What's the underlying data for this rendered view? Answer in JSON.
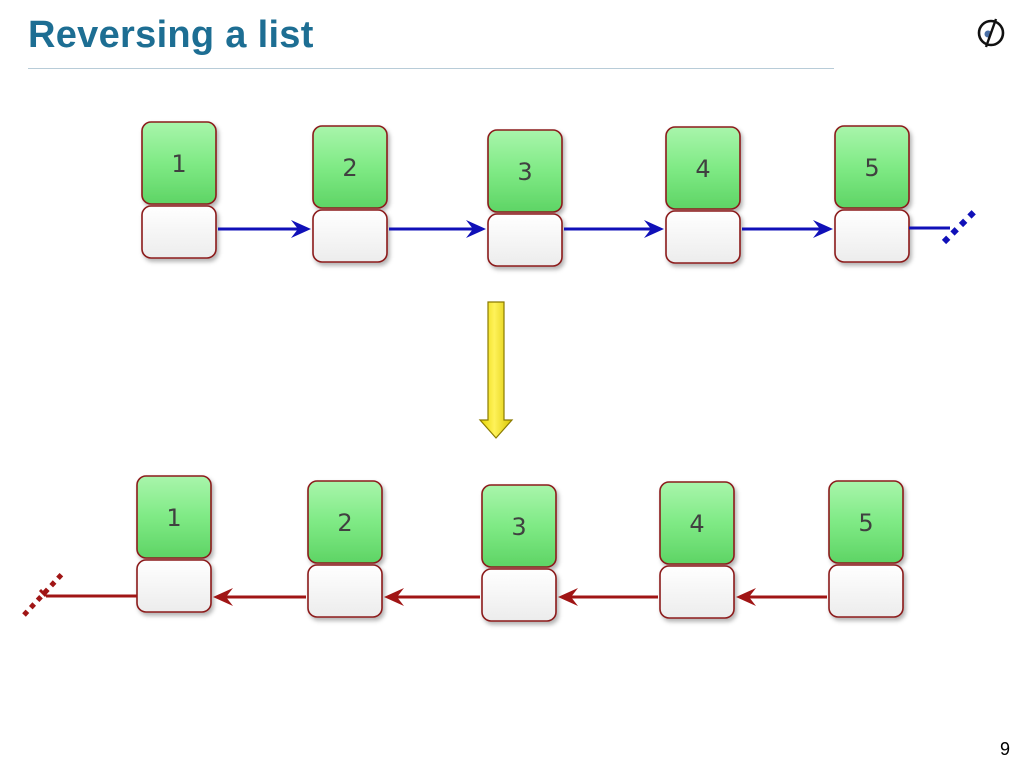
{
  "slide": {
    "title": "Reversing a list",
    "page_number": "9"
  },
  "logo": {
    "icon": "circle-dot-logo-icon"
  },
  "colors": {
    "title": "#1d6e93",
    "node_item_fill": "#7fea85",
    "node_border": "#8b1a1a",
    "link_cell_fill": "#ffffff",
    "original_arrow": "#1010b8",
    "reversed_arrow": "#a01515",
    "transform_arrow": "#f5e800"
  },
  "original_list": {
    "items": [
      "1",
      "2",
      "3",
      "4",
      "5"
    ],
    "link_direction": "right",
    "terminator": "void-icon"
  },
  "transform_arrow": {
    "icon": "down-arrow-icon"
  },
  "reversed_list": {
    "items": [
      "1",
      "2",
      "3",
      "4",
      "5"
    ],
    "link_direction": "left",
    "terminator": "void-icon"
  }
}
